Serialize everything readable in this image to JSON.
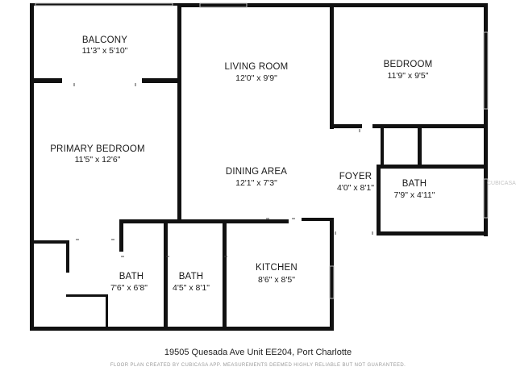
{
  "rooms": [
    {
      "id": "balcony",
      "name": "BALCONY",
      "dim": "11'3\" x 5'10\""
    },
    {
      "id": "living-room",
      "name": "LIVING ROOM",
      "dim": "12'0\" x 9'9\""
    },
    {
      "id": "bedroom",
      "name": "BEDROOM",
      "dim": "11'9\" x 9'5\""
    },
    {
      "id": "primary-bedroom",
      "name": "PRIMARY BEDROOM",
      "dim": "11'5\" x 12'6\""
    },
    {
      "id": "dining-area",
      "name": "DINING AREA",
      "dim": "12'1\" x 7'3\""
    },
    {
      "id": "foyer",
      "name": "FOYER",
      "dim": "4'0\" x 8'1\""
    },
    {
      "id": "bath-east",
      "name": "BATH",
      "dim": "7'9\" x 4'11\""
    },
    {
      "id": "bath-primary",
      "name": "BATH",
      "dim": "7'6\" x 6'8\""
    },
    {
      "id": "bath-hall",
      "name": "BATH",
      "dim": "4'5\" x 8'1\""
    },
    {
      "id": "kitchen",
      "name": "KITCHEN",
      "dim": "8'6\" x 8'5\""
    }
  ],
  "address": "19505 Quesada Ave Unit EE204, Port Charlotte",
  "disclaimer": "FLOOR PLAN CREATED BY CUBICASA APP. MEASUREMENTS DEEMED HIGHLY RELIABLE BUT NOT GUARANTEED.",
  "watermark": "CUBICASA",
  "colors": {
    "wall": "#111111",
    "window": "#bdbdbd",
    "background": "#ffffff"
  }
}
